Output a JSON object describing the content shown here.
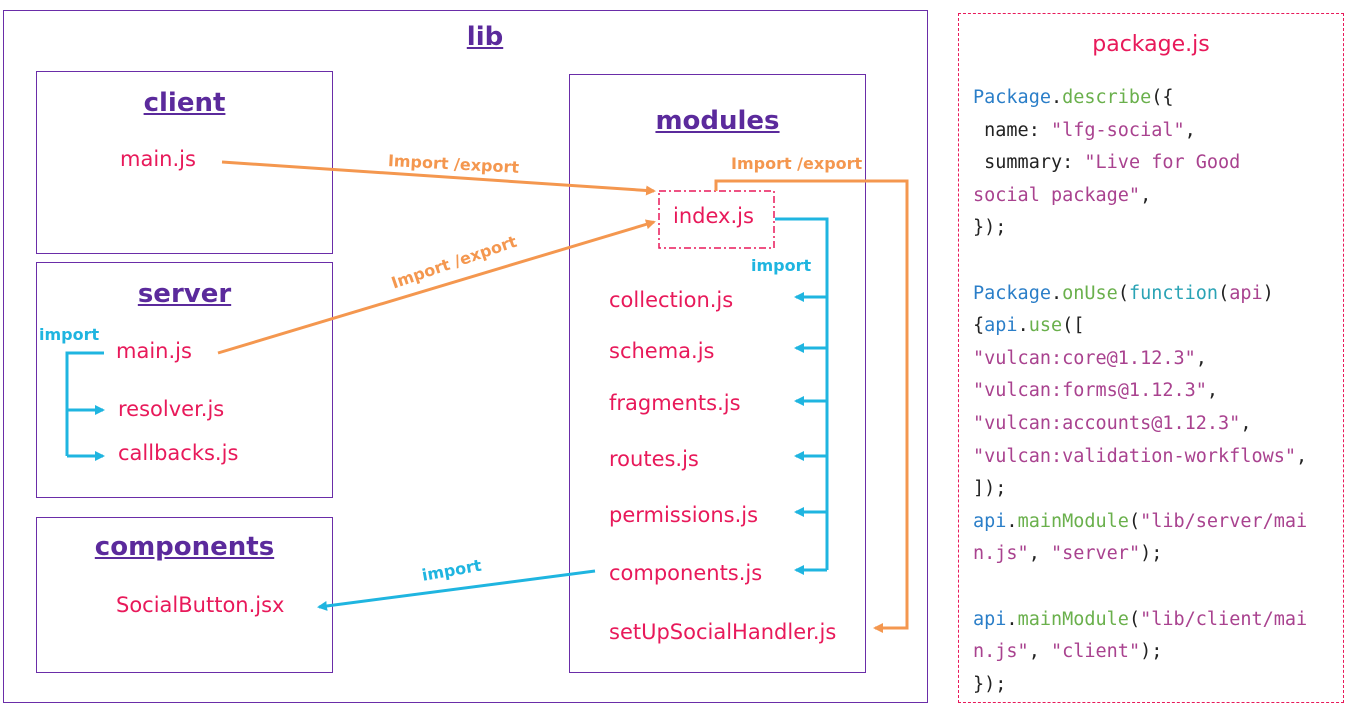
{
  "lib": {
    "title": "lib",
    "client": {
      "title": "client",
      "files": [
        "main.js"
      ]
    },
    "server": {
      "title": "server",
      "files": [
        "main.js",
        "resolver.js",
        "callbacks.js"
      ]
    },
    "components": {
      "title": "components",
      "files": [
        "SocialButton.jsx"
      ]
    },
    "modules": {
      "title": "modules",
      "entry": "index.js",
      "files": [
        "collection.js",
        "schema.js",
        "fragments.js",
        "routes.js",
        "permissions.js",
        "components.js",
        "setUpSocialHandler.js"
      ]
    }
  },
  "edges": {
    "client_to_index": "Import /export",
    "server_to_index": "Import /export",
    "index_to_setup": "Import /export",
    "index_import": "import",
    "server_import": "import",
    "components_import": "import"
  },
  "package": {
    "title": "package.js",
    "code_lines": [
      [
        [
          "Package",
          "k-blue"
        ],
        [
          ".",
          ""
        ],
        [
          "describe",
          "k-green"
        ],
        [
          "({",
          ""
        ]
      ],
      [
        [
          " name: ",
          ""
        ],
        [
          "\"lfg-social\"",
          "k-str"
        ],
        [
          ",",
          ""
        ]
      ],
      [
        [
          " summary: ",
          ""
        ],
        [
          "\"Live for Good",
          "k-str"
        ]
      ],
      [
        [
          "social package\"",
          "k-str"
        ],
        [
          ",",
          ""
        ]
      ],
      [
        [
          "});",
          ""
        ]
      ],
      [],
      [
        [
          "Package",
          "k-blue"
        ],
        [
          ".",
          ""
        ],
        [
          "onUse",
          "k-green"
        ],
        [
          "(",
          ""
        ],
        [
          "function",
          "k-teal"
        ],
        [
          "(",
          ""
        ],
        [
          "api",
          "k-str"
        ],
        [
          ")",
          ""
        ]
      ],
      [
        [
          "{",
          ""
        ],
        [
          "api",
          "k-blue"
        ],
        [
          ".",
          ""
        ],
        [
          "use",
          "k-green"
        ],
        [
          "([",
          ""
        ]
      ],
      [
        [
          "\"vulcan:core@1.12.3\"",
          "k-str"
        ],
        [
          ",",
          ""
        ]
      ],
      [
        [
          "\"vulcan:forms@1.12.3\"",
          "k-str"
        ],
        [
          ",",
          ""
        ]
      ],
      [
        [
          "\"vulcan:accounts@1.12.3\"",
          "k-str"
        ],
        [
          ",",
          ""
        ]
      ],
      [
        [
          "\"vulcan:validation-workflows\"",
          "k-str"
        ],
        [
          ",",
          ""
        ]
      ],
      [
        [
          "]);",
          ""
        ]
      ],
      [
        [
          "api",
          "k-blue"
        ],
        [
          ".",
          ""
        ],
        [
          "mainModule",
          "k-green"
        ],
        [
          "(",
          ""
        ],
        [
          "\"lib/server/mai",
          "k-str"
        ]
      ],
      [
        [
          "n.js\"",
          "k-str"
        ],
        [
          ", ",
          ""
        ],
        [
          "\"server\"",
          "k-str"
        ],
        [
          ");",
          ""
        ]
      ],
      [],
      [
        [
          "api",
          "k-blue"
        ],
        [
          ".",
          ""
        ],
        [
          "mainModule",
          "k-green"
        ],
        [
          "(",
          ""
        ],
        [
          "\"lib/client/mai",
          "k-str"
        ]
      ],
      [
        [
          "n.js\"",
          "k-str"
        ],
        [
          ", ",
          ""
        ],
        [
          "\"client\"",
          "k-str"
        ],
        [
          ");",
          ""
        ]
      ],
      [
        [
          "});",
          ""
        ]
      ]
    ]
  },
  "colors": {
    "box": "#6a2da8",
    "title": "#5b2a9c",
    "file": "#e8195a",
    "orange": "#f4974f",
    "cyan": "#1fb5e0"
  }
}
